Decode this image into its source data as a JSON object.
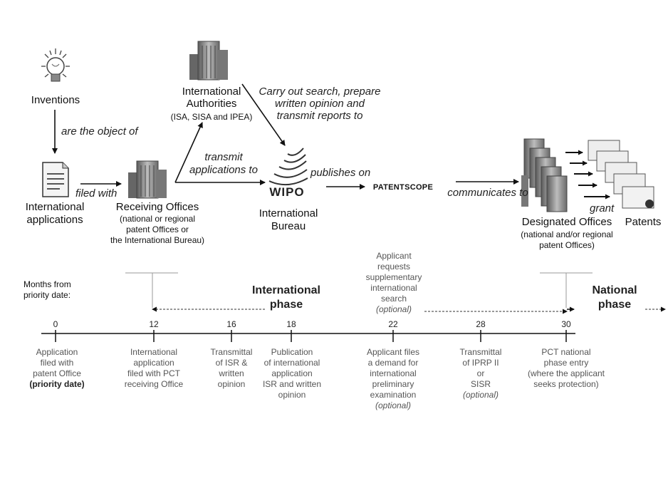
{
  "nodes": {
    "inventions": "Inventions",
    "intl_authorities_1": "International",
    "intl_authorities_2": "Authorities",
    "intl_authorities_sub": "(ISA, SISA and IPEA)",
    "intl_applications_1": "International",
    "intl_applications_2": "applications",
    "receiving_offices": "Receiving Offices",
    "receiving_sub_1": "(national or regional",
    "receiving_sub_2": "patent Offices or",
    "receiving_sub_3": "the International Bureau)",
    "wipo_logo": "WIPO",
    "intl_bureau_1": "International",
    "intl_bureau_2": "Bureau",
    "patentscope": "PATENTSCOPE",
    "designated_offices": "Designated Offices",
    "designated_sub_1": "(national and/or regional",
    "designated_sub_2": "patent Offices)",
    "patents": "Patents"
  },
  "edge_labels": {
    "object_of": "are the object of",
    "filed_with": "filed with",
    "transmit_1": "transmit",
    "transmit_2": "applications to",
    "carry_1": "Carry out search, prepare",
    "carry_2": "written opinion and",
    "carry_3": "transmit reports to",
    "publishes_on": "publishes on",
    "communicates_to": "communicates to",
    "grant": "grant"
  },
  "timeline": {
    "months_label_1": "Months from",
    "months_label_2": "priority date:",
    "intl_phase_1": "International",
    "intl_phase_2": "phase",
    "natl_phase_1": "National",
    "natl_phase_2": "phase",
    "ticks": [
      "0",
      "12",
      "16",
      "18",
      "22",
      "28",
      "30"
    ],
    "supp_1": "Applicant",
    "supp_2": "requests",
    "supp_3": "supplementary",
    "supp_4": "international",
    "supp_5": "search",
    "supp_6": "(optional)",
    "ev0_1": "Application",
    "ev0_2": "filed with",
    "ev0_3": "patent Office",
    "ev0_4": "(priority date)",
    "ev12_1": "International",
    "ev12_2": "application",
    "ev12_3": "filed with PCT",
    "ev12_4": "receiving Office",
    "ev16_1": "Transmittal",
    "ev16_2": "of ISR &",
    "ev16_3": "written",
    "ev16_4": "opinion",
    "ev18_1": "Publication",
    "ev18_2": "of international",
    "ev18_3": "application",
    "ev18_4": "ISR and written",
    "ev18_5": "opinion",
    "ev22_1": "Applicant files",
    "ev22_2": "a demand for",
    "ev22_3": "international",
    "ev22_4": "preliminary",
    "ev22_5": "examination",
    "ev22_6": "(optional)",
    "ev28_1": "Transmittal",
    "ev28_2": "of IPRP II",
    "ev28_3": "or",
    "ev28_4": "SISR",
    "ev28_5": "(optional)",
    "ev30_1": "PCT national",
    "ev30_2": "phase entry",
    "ev30_3": "(where the applicant",
    "ev30_4": "seeks protection)"
  },
  "colors": {
    "line": "#111111",
    "grey_text": "#555555",
    "building": "#7a7a7a"
  }
}
